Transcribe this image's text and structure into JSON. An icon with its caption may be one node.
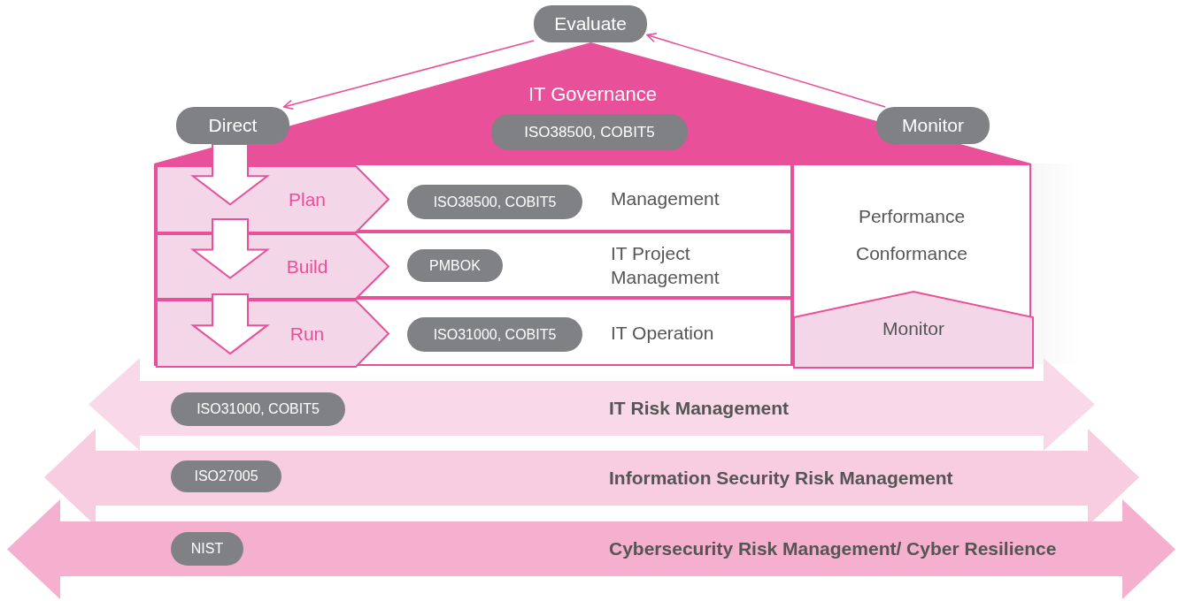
{
  "diagram": {
    "nodes": [
      {
        "text": [
          "Evaluate"
        ]
      },
      {
        "text": [
          "Direct"
        ]
      },
      {
        "text": [
          "Monitor"
        ]
      },
      {
        "text": [
          "IT Governance"
        ]
      },
      {
        "text": [
          "ISO38500, COBIT5"
        ],
        "in": 3
      },
      {
        "text": [
          "Management"
        ]
      },
      {
        "text": [
          "Plan"
        ],
        "in": 5
      },
      {
        "text": [
          "ISO38500, COBIT5"
        ],
        "in": 5
      },
      {
        "text": [
          "IT Project Management"
        ]
      },
      {
        "text": [
          "Build"
        ],
        "in": 8
      },
      {
        "text": [
          "PMBOK"
        ],
        "in": 8
      },
      {
        "text": [
          "IT Operation"
        ]
      },
      {
        "text": [
          "Run"
        ],
        "in": 11
      },
      {
        "text": [
          "ISO31000, COBIT5"
        ],
        "in": 11
      },
      {
        "text": [
          "Performance",
          "Conformance"
        ]
      },
      {
        "text": [
          "Monitor"
        ],
        "in": 14
      },
      {
        "text": [
          "IT Risk Management"
        ]
      },
      {
        "text": [
          "ISO31000, COBIT5"
        ],
        "in": 16
      },
      {
        "text": [
          "Information Security Risk Management"
        ]
      },
      {
        "text": [
          "ISO27005"
        ],
        "in": 18
      },
      {
        "text": [
          "Cybersecurity Risk Management/ Cyber Resilience"
        ]
      },
      {
        "text": [
          "NIST"
        ],
        "in": 20
      }
    ],
    "edges": [
      {
        "from": 0,
        "to": 1,
        "arrow": "to"
      },
      {
        "from": 2,
        "to": 0,
        "arrow": "to"
      },
      {
        "from": 1,
        "to": 6,
        "arrow": "to",
        "style": "thick"
      },
      {
        "from": 6,
        "to": 9,
        "arrow": "to",
        "style": "thick"
      },
      {
        "from": 9,
        "to": 12,
        "arrow": "to",
        "style": "thick"
      }
    ]
  }
}
